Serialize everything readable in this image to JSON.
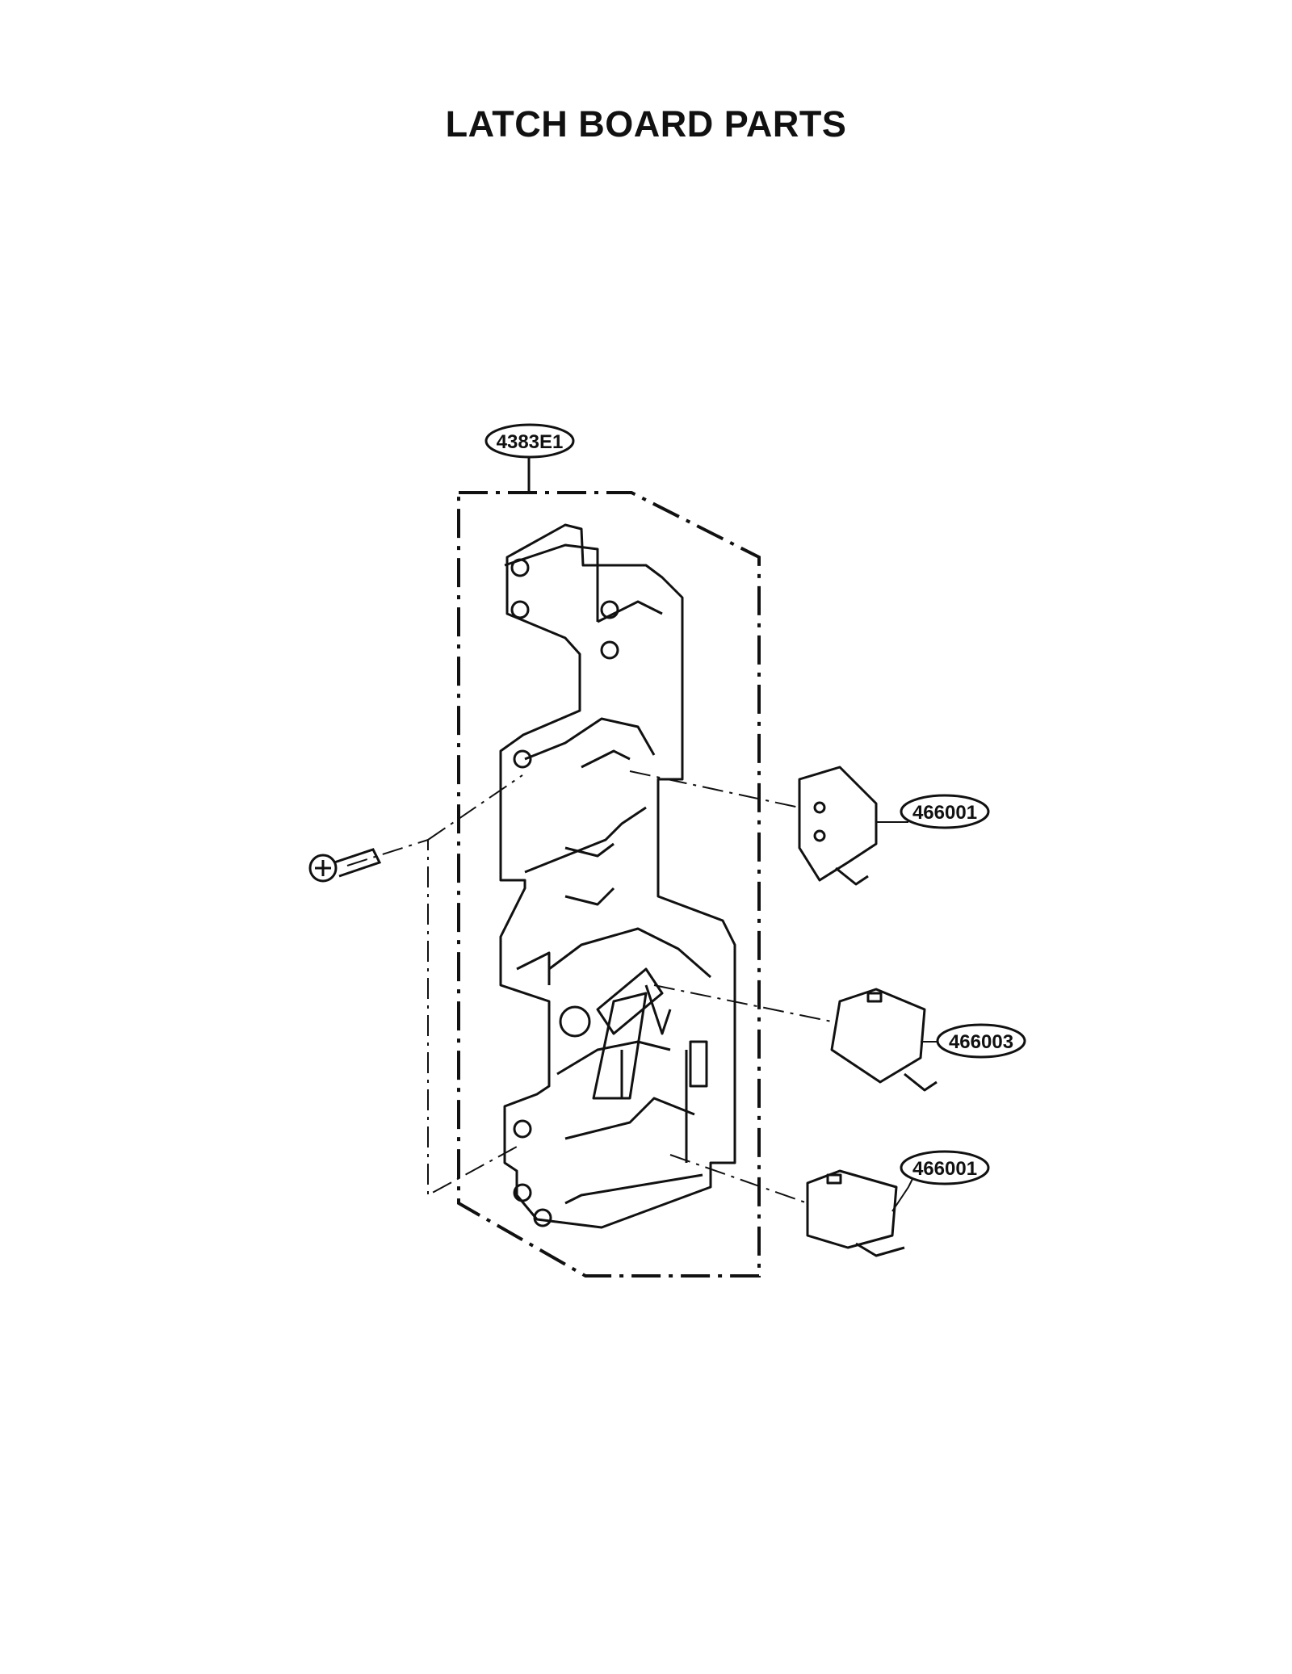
{
  "title": "LATCH BOARD PARTS",
  "colors": {
    "ink": "#111111",
    "paper": "#ffffff"
  },
  "callouts": [
    {
      "id": "latch-board",
      "label": "4383E1"
    },
    {
      "id": "switch-upper",
      "label": "466001"
    },
    {
      "id": "switch-middle",
      "label": "466003"
    },
    {
      "id": "switch-lower",
      "label": "466001"
    }
  ]
}
